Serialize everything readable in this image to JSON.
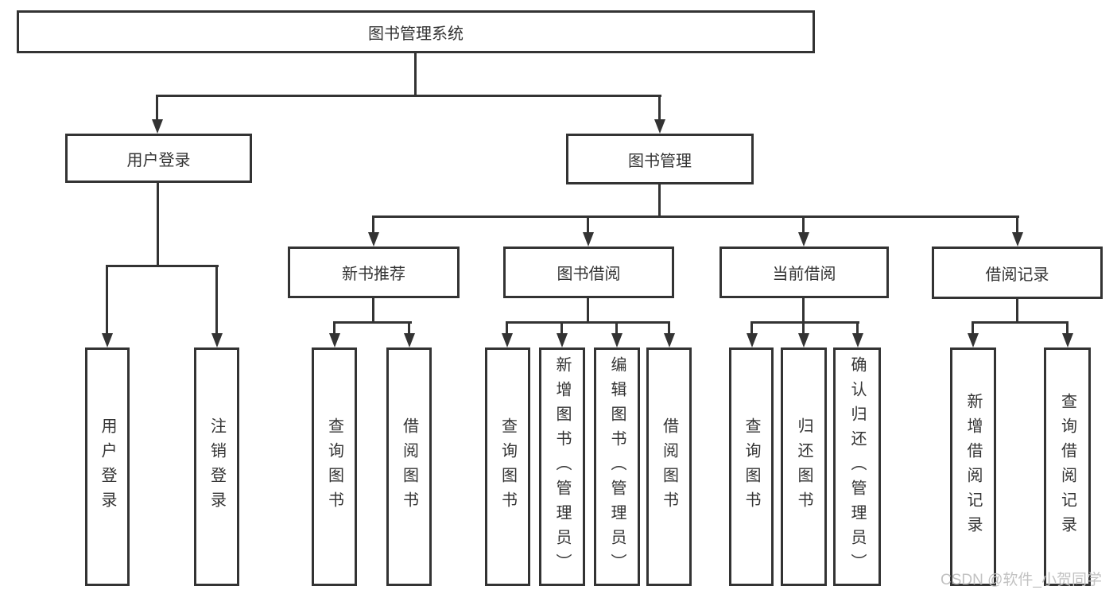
{
  "diagram": {
    "title": "图书管理系统",
    "root": {
      "label": "图书管理系统"
    },
    "branches": [
      {
        "label": "用户登录",
        "children": [
          {
            "label": "用户登录"
          },
          {
            "label": "注销登录"
          }
        ]
      },
      {
        "label": "图书管理",
        "children": [
          {
            "label": "新书推荐",
            "children": [
              {
                "label": "查询图书"
              },
              {
                "label": "借阅图书"
              }
            ]
          },
          {
            "label": "图书借阅",
            "children": [
              {
                "label": "查询图书"
              },
              {
                "label": "新增图书（管理员）"
              },
              {
                "label": "编辑图书（管理员）"
              },
              {
                "label": "借阅图书"
              }
            ]
          },
          {
            "label": "当前借阅",
            "children": [
              {
                "label": "查询图书"
              },
              {
                "label": "归还图书"
              },
              {
                "label": "确认归还（管理员）"
              }
            ]
          },
          {
            "label": "借阅记录",
            "children": [
              {
                "label": "新增借阅记录"
              },
              {
                "label": "查询借阅记录"
              }
            ]
          }
        ]
      }
    ],
    "watermark": "CSDN @软件_小贺同学",
    "colors": {
      "line": "#333333",
      "text": "#333333",
      "background": "#ffffff",
      "watermark": "#c2c2c2"
    }
  }
}
